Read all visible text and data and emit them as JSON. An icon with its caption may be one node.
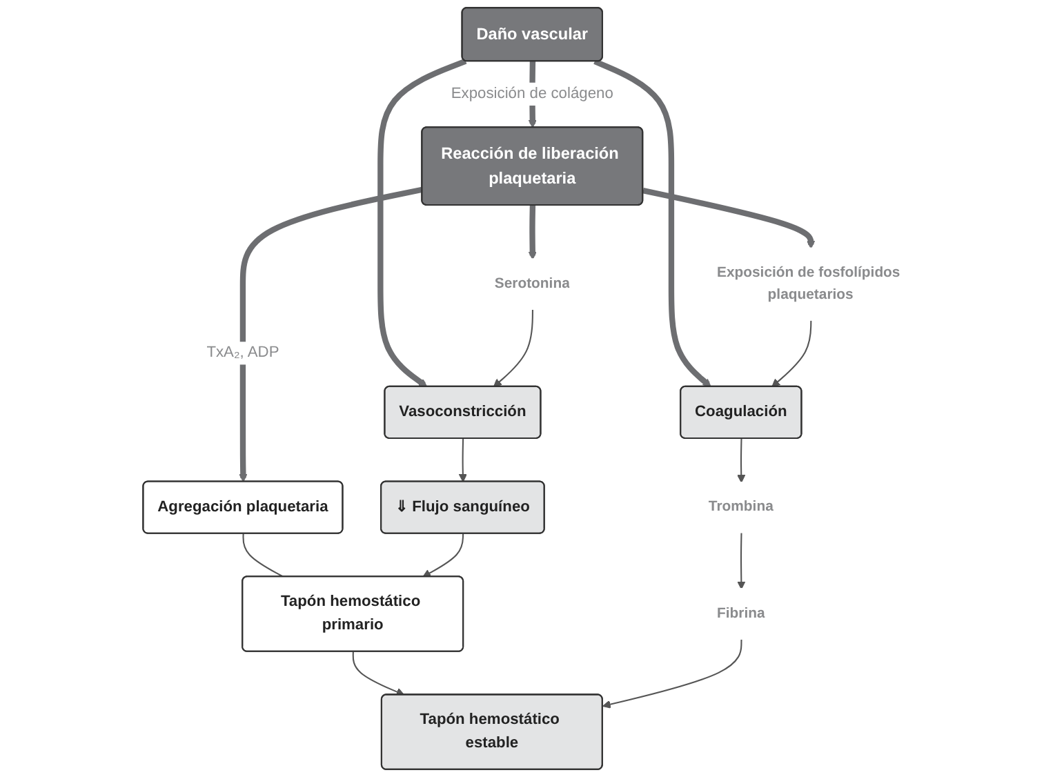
{
  "diagram": {
    "nodes": [
      {
        "text": [
          "Daño vascular"
        ]
      },
      {
        "text": [
          "Reacción de liberación plaquetaria"
        ]
      },
      {
        "text": [
          "Serotonina"
        ]
      },
      {
        "text": [
          "Exposición de fosfolípidos plaquetarios"
        ]
      },
      {
        "text": [
          "Vasoconstricción"
        ]
      },
      {
        "text": [
          "Coagulación"
        ]
      },
      {
        "text": [
          "Agregación plaquetaria"
        ]
      },
      {
        "text": [
          "⇓ Flujo sanguíneo"
        ]
      },
      {
        "text": [
          "Tapón hemostático primario"
        ]
      },
      {
        "text": [
          "Trombina"
        ]
      },
      {
        "text": [
          "Fibrina"
        ]
      },
      {
        "text": [
          "Tapón hemostático estable"
        ]
      }
    ],
    "edges": [
      {
        "from": 0,
        "to": 4,
        "arrow": "to",
        "style": "thick",
        "color": "#6d6e71"
      },
      {
        "from": 0,
        "to": 1,
        "arrow": "to",
        "label": "Exposición de colágeno",
        "style": "thick",
        "color": "#6d6e71"
      },
      {
        "from": 0,
        "to": 5,
        "arrow": "to",
        "style": "thick",
        "color": "#6d6e71"
      },
      {
        "from": 1,
        "to": 2,
        "arrow": "to",
        "style": "thick",
        "color": "#6d6e71"
      },
      {
        "from": 1,
        "to": 3,
        "arrow": "to",
        "style": "thick",
        "color": "#6d6e71"
      },
      {
        "from": 2,
        "to": 4,
        "arrow": "to"
      },
      {
        "from": 3,
        "to": 5,
        "arrow": "to"
      },
      {
        "from": 1,
        "to": 6,
        "arrow": "to",
        "label": "TxA₂, ADP",
        "style": "thick",
        "color": "#6d6e71"
      },
      {
        "from": 4,
        "to": 7,
        "arrow": "to"
      },
      {
        "from": 6,
        "to": 8,
        "arrow": "none"
      },
      {
        "from": 7,
        "to": 8,
        "arrow": "to"
      },
      {
        "from": 8,
        "to": 11,
        "arrow": "to"
      },
      {
        "from": 5,
        "to": 9,
        "arrow": "to"
      },
      {
        "from": 9,
        "to": 10,
        "arrow": "to"
      },
      {
        "from": 10,
        "to": 11,
        "arrow": "to"
      }
    ]
  }
}
